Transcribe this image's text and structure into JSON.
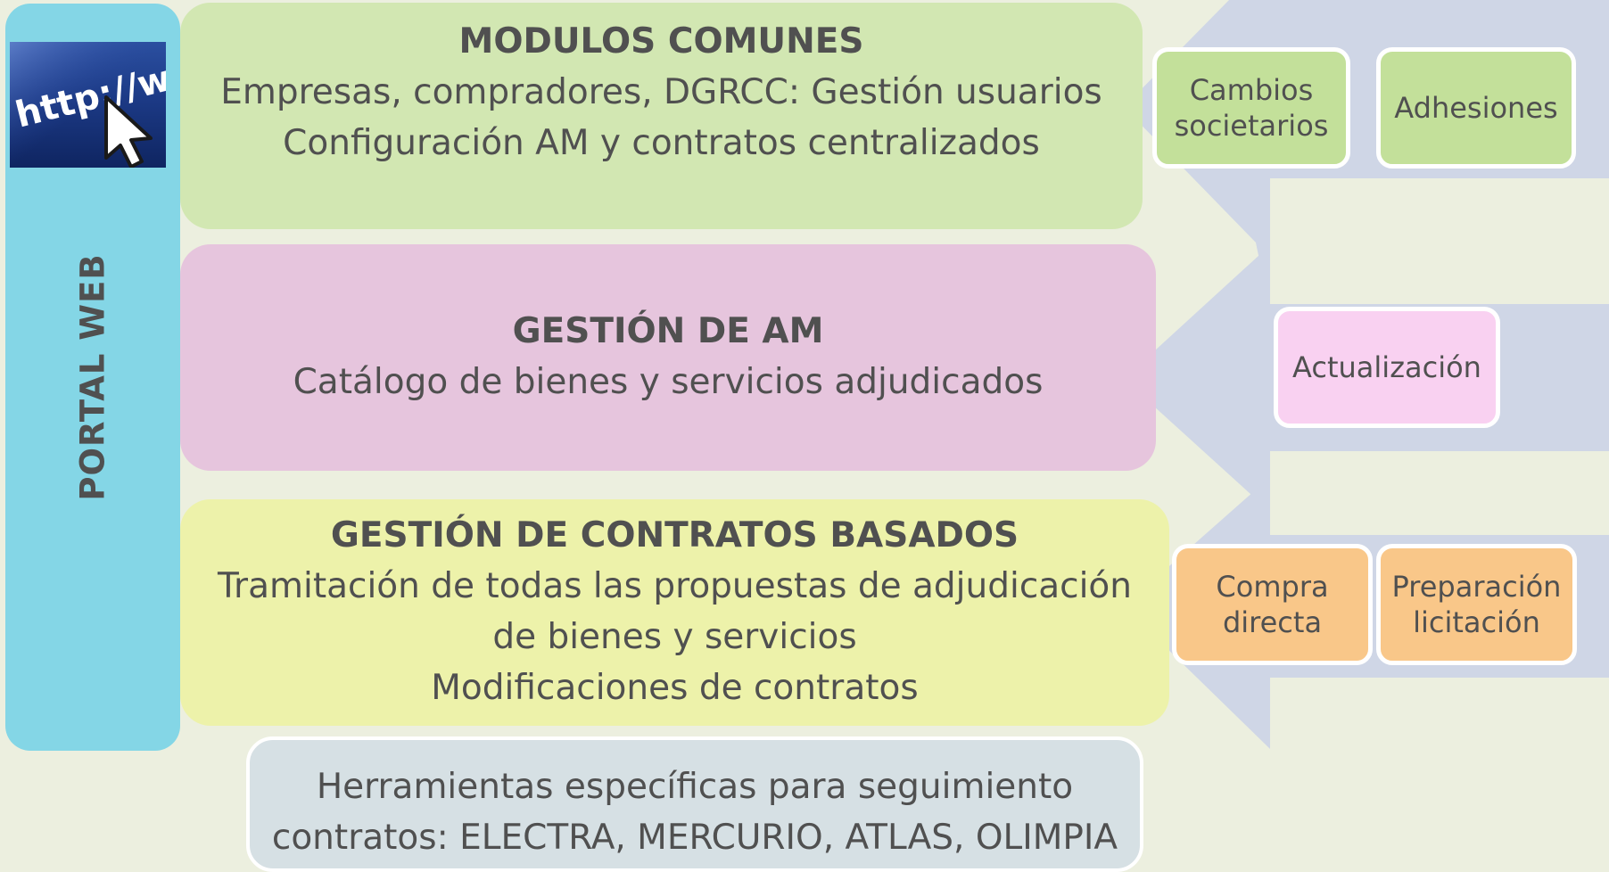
{
  "colors": {
    "background": "#ecefdf",
    "portal": "#84d6e6",
    "modulos": "#d2e7b2",
    "gestion_am": "#e6c5dd",
    "contratos": "#edf2aa",
    "tools": "#d6e0e4",
    "arrow": "#cfd6e6",
    "box_green": "#c3e09a",
    "box_pink": "#f9d1f1",
    "box_orange": "#f9c789",
    "text": "#505050"
  },
  "portal": {
    "label": "PORTAL WEB",
    "logo_text": "http://www",
    "logo_icon": "mouse-cursor-icon"
  },
  "modulos": {
    "title": "MODULOS COMUNES",
    "lines": [
      "Empresas, compradores, DGRCC: Gestión usuarios",
      "Configuración AM y contratos centralizados"
    ]
  },
  "gestion_am": {
    "title": "GESTIÓN DE AM",
    "lines": [
      "Catálogo de bienes y servicios adjudicados"
    ]
  },
  "contratos": {
    "title": "GESTIÓN DE CONTRATOS BASADOS",
    "lines": [
      "Tramitación de todas las propuestas  de adjudicación",
      "de bienes y servicios",
      "Modificaciones de contratos"
    ]
  },
  "tools": {
    "lines": [
      "Herramientas específicas para seguimiento",
      "contratos: ELECTRA, MERCURIO, ATLAS, OLIMPIA"
    ]
  },
  "boxes": {
    "cambios": [
      "Cambios",
      "societarios"
    ],
    "adhesiones": [
      "Adhesiones"
    ],
    "actualizacion": [
      "Actualización"
    ],
    "compra": [
      "Compra",
      "directa"
    ],
    "preparacion": [
      "Preparación",
      "licitación"
    ]
  }
}
